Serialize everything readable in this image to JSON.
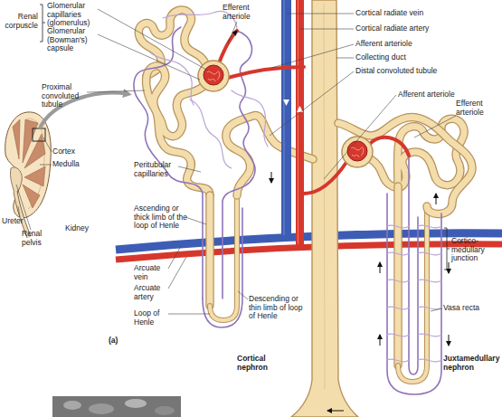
{
  "diagram": {
    "labels": [
      "Renal corpuscle",
      "Glomerular capillaries (glomerulus)",
      "Glomerular (Bowman's) capsule",
      "Efferent arteriole",
      "Cortical radiate vein",
      "Cortical radiate artery",
      "Afferent arteriole",
      "Collecting duct",
      "Distal convoluted tubule",
      "Proximal convoluted tubule",
      "Cortex",
      "Medulla",
      "Peritubular capillaries",
      "Afferent arteriole",
      "Efferent arteriole",
      "Ascending or thick limb of the loop of Henle",
      "Ureter",
      "Renal pelvis",
      "Kidney",
      "Cortico-medullary junction",
      "Arcuate vein",
      "Arcuate artery",
      "Loop of Henle",
      "Descending or thin limb of loop of Henle",
      "Vasa recta",
      "(a)",
      "Cortical nephron",
      "Juxtamedullary nephron"
    ]
  }
}
